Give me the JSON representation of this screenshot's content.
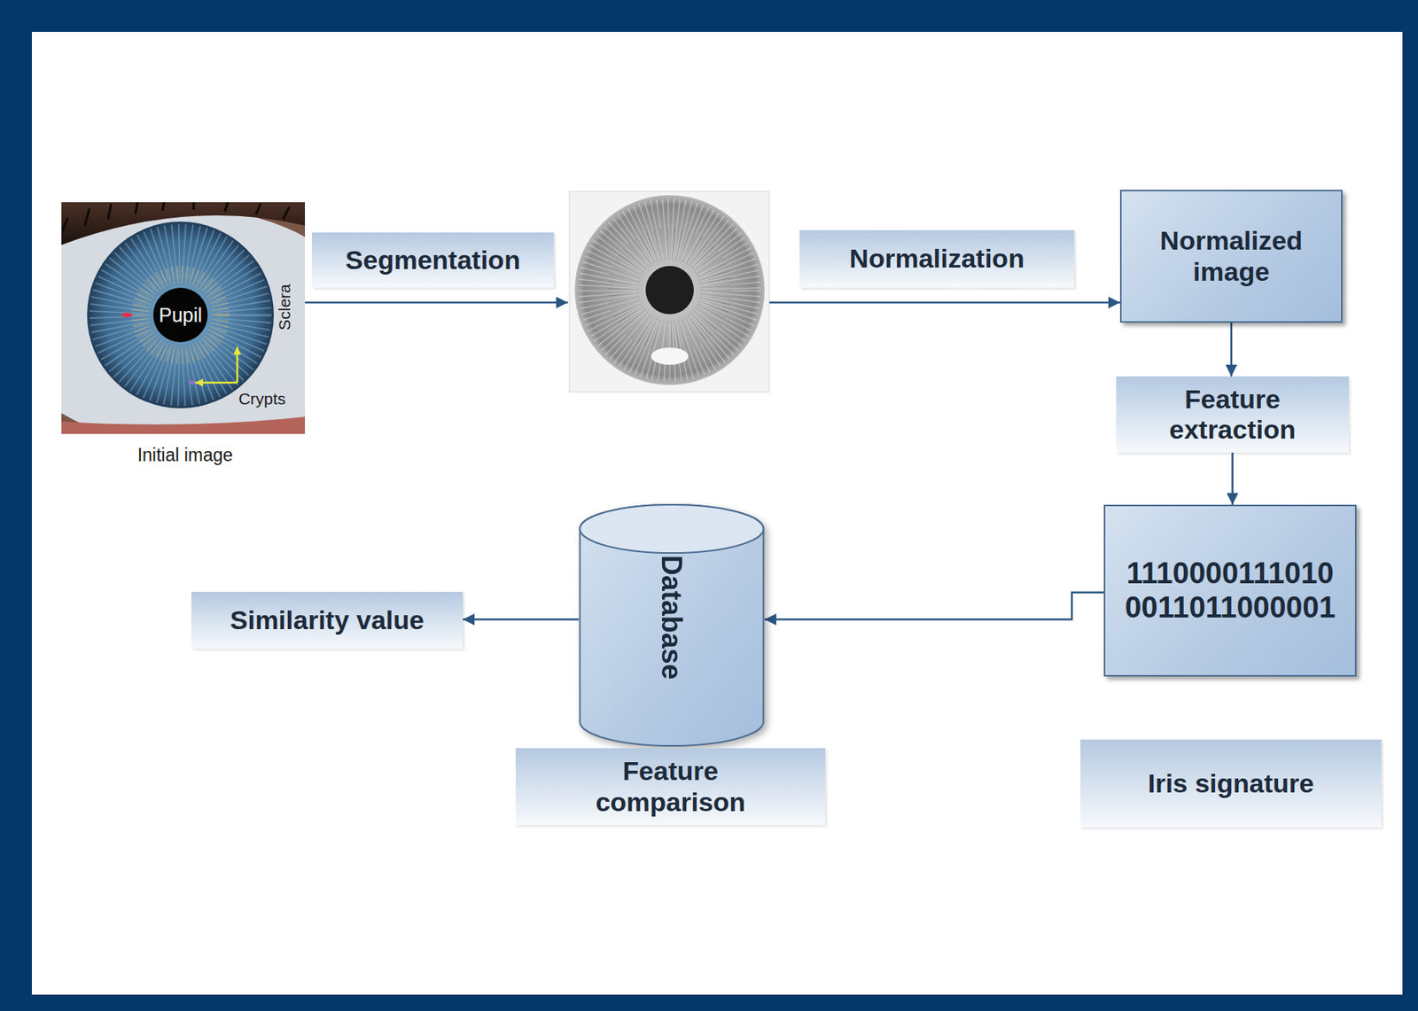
{
  "diagram": {
    "nodes": [
      {
        "text": [
          "Pupil",
          "Sclera",
          "Crypts",
          "Initial image"
        ]
      },
      {
        "text": [
          "Segmentation"
        ]
      },
      {
        "text": [
          "Normalization"
        ]
      },
      {
        "text": [
          "Normalized image"
        ]
      },
      {
        "text": [
          "Feature extraction"
        ]
      },
      {
        "text": [
          "1110000111010 0011011000001"
        ]
      },
      {
        "text": [
          "Database"
        ]
      },
      {
        "text": [
          "Similarity value"
        ]
      },
      {
        "text": [
          "Feature comparison"
        ]
      },
      {
        "text": [
          "Iris signature"
        ]
      }
    ],
    "edges": [
      {
        "from": 3,
        "to": 4,
        "arrow": "to"
      },
      {
        "from": 4,
        "to": 5,
        "arrow": "to"
      },
      {
        "from": 5,
        "to": 6,
        "arrow": "to"
      },
      {
        "from": 6,
        "to": 7,
        "arrow": "to"
      }
    ]
  }
}
